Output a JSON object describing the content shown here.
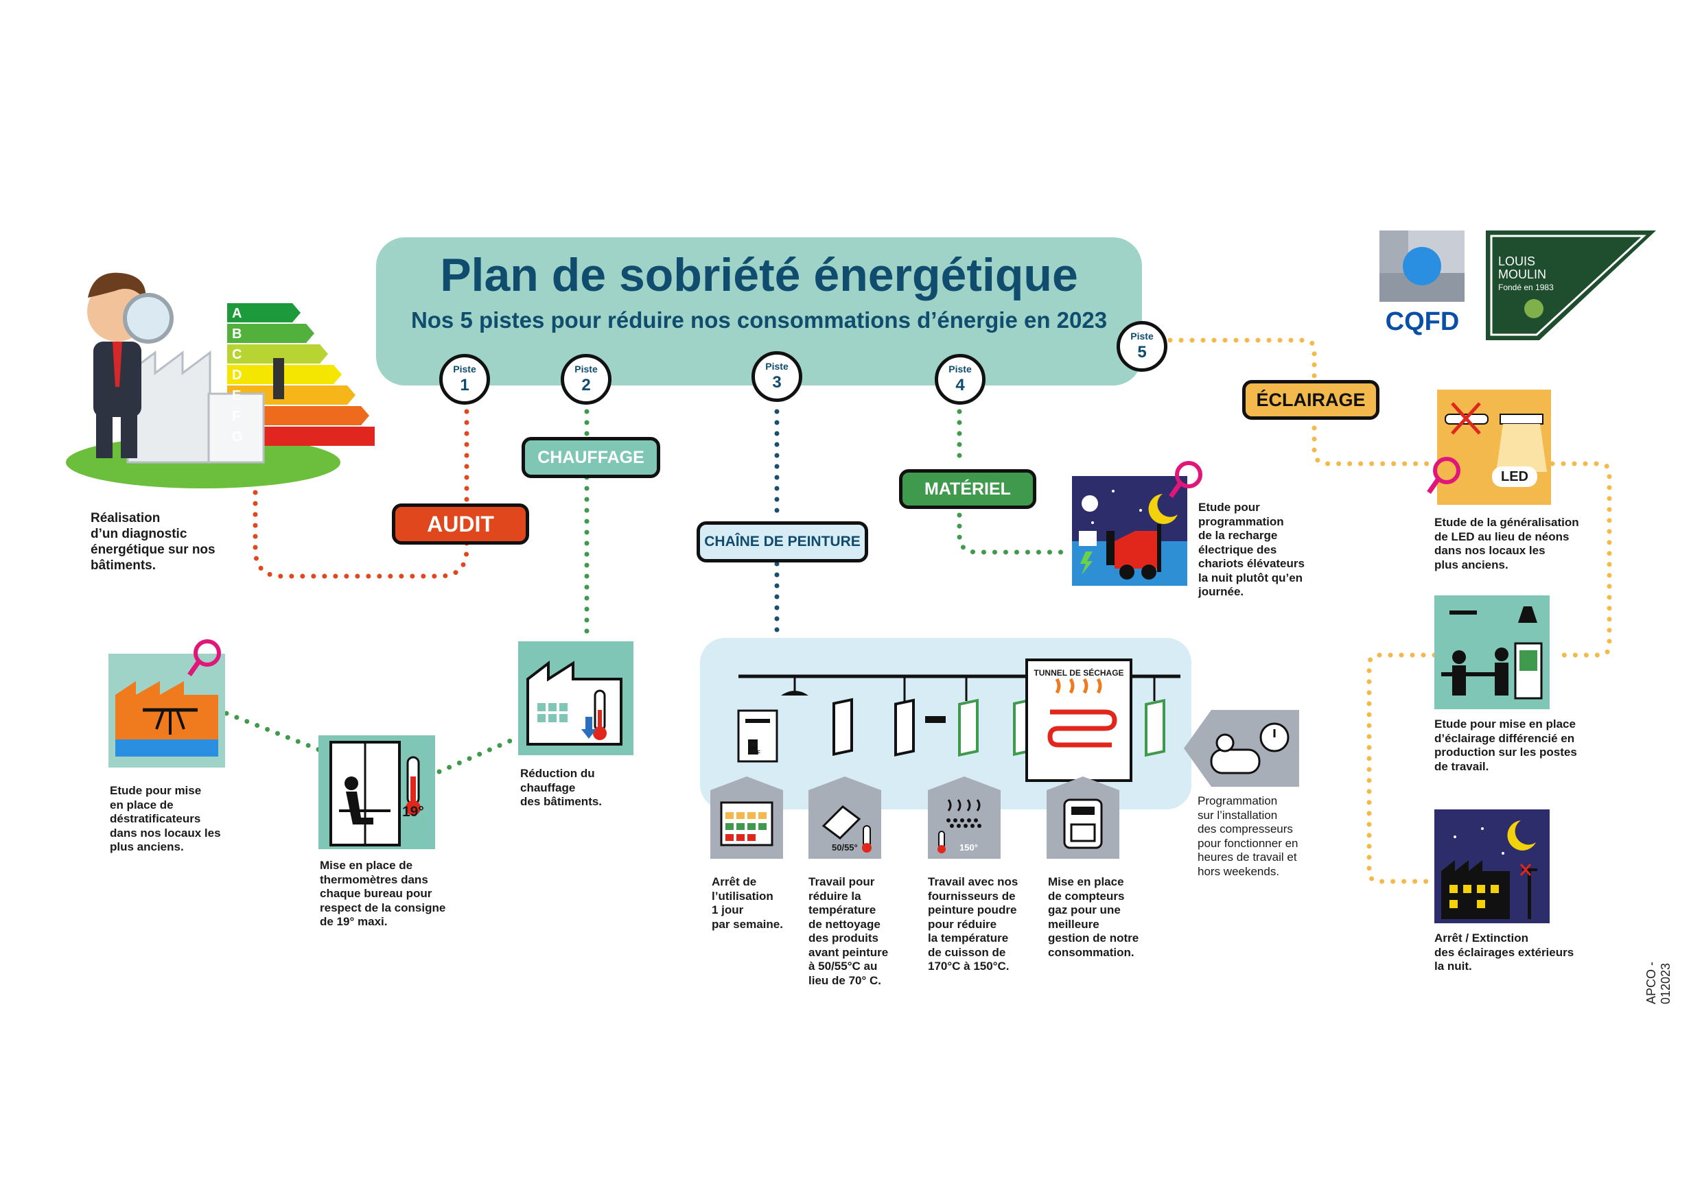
{
  "header": {
    "title": "Plan de sobriété énergétique",
    "subtitle": "Nos 5 pistes pour réduire nos consommations d’énergie en 2023"
  },
  "pistes": [
    {
      "label": "Piste",
      "number": "1"
    },
    {
      "label": "Piste",
      "number": "2"
    },
    {
      "label": "Piste",
      "number": "3"
    },
    {
      "label": "Piste",
      "number": "4"
    },
    {
      "label": "Piste",
      "number": "5"
    }
  ],
  "categories": {
    "audit": "AUDIT",
    "chauffage": "CHAUFFAGE",
    "chaine": "CHAÎNE DE PEINTURE",
    "materiel": "MATÉRIEL",
    "eclairage": "ÉCLAIRAGE"
  },
  "logos": {
    "cqfd": "CQFD",
    "louis_moulin_line1": "LOUIS",
    "louis_moulin_line2": "MOULIN",
    "louis_moulin_since": "Fondé en 1983"
  },
  "energy_label_letters": [
    "A",
    "B",
    "C",
    "D",
    "E",
    "F",
    "G"
  ],
  "icon_texts": {
    "temp_19": "19°",
    "tunnel": "TUNNEL DE SÉCHAGE",
    "temp_50_55": "50/55°",
    "temp_150": "150°",
    "led": "LED",
    "switch_on": "ON",
    "switch_off": "OFF"
  },
  "captions": {
    "audit": [
      "Réalisation",
      "d’un diagnostic",
      "énergétique sur nos",
      "bâtiments."
    ],
    "destrat": [
      "Etude pour mise",
      "en place de",
      "déstratificateurs",
      "dans nos locaux les",
      "plus anciens."
    ],
    "thermo": [
      "Mise en place de",
      "thermomètres dans",
      "chaque bureau pour",
      "respect de la consigne",
      "de 19° maxi."
    ],
    "chauffage": [
      "Réduction du",
      "chauffage",
      "des bâtiments."
    ],
    "arret": [
      "Arrêt de",
      "l’utilisation",
      "1 jour",
      "par semaine."
    ],
    "nettoyage": [
      "Travail pour",
      "réduire la",
      "température",
      "de nettoyage",
      "des produits",
      "avant peinture",
      "à 50/55°C au",
      "lieu de 70° C."
    ],
    "poudre": [
      "Travail avec nos",
      "fournisseurs de",
      "peinture poudre",
      "pour réduire",
      "la température",
      "de cuisson de",
      "170°C à 150°C."
    ],
    "compteurs": [
      "Mise en place",
      "de compteurs",
      "gaz pour une",
      "meilleure",
      "gestion de notre",
      "consommation."
    ],
    "compresseurs": [
      "Programmation",
      "sur l’installation",
      "des compresseurs",
      "pour fonctionner en",
      "heures de travail et",
      "hors weekends."
    ],
    "chariots": [
      "Etude pour",
      "programmation",
      "de la recharge",
      "électrique des",
      "chariots élévateurs",
      "la nuit plutôt qu’en",
      "journée."
    ],
    "led": [
      "Etude de la généralisation",
      "de LED au lieu de néons",
      "dans nos locaux les",
      "plus anciens."
    ],
    "eclairage_diff": [
      "Etude pour mise en place",
      "d’éclairage différencié en",
      "production sur les postes",
      "de travail."
    ],
    "exterieur": [
      "Arrêt / Extinction",
      "des éclairages extérieurs",
      "la nuit."
    ]
  },
  "reference": "APCO - 012023",
  "colors": {
    "header_bg": "#9fd3c7",
    "title_text": "#0f4c6e",
    "audit": "#e1471c",
    "chauffage": "#7fc6b4",
    "chaine": "#d8ecf6",
    "materiel": "#3f9a4d",
    "eclairage": "#f4b94c",
    "piste1_dots": "#e1471c",
    "piste2_dots": "#3f9a4d",
    "piste3_dots": "#1a4f6e",
    "piste4_dots": "#3f9a4d",
    "piste5_dots": "#f4b94c",
    "tile_teal": "#80c6b7",
    "tile_blue": "#2f8fd4",
    "tile_night": "#2d2d6b",
    "tile_grey": "#a8aeb8",
    "magnifier": "#e0167b"
  }
}
